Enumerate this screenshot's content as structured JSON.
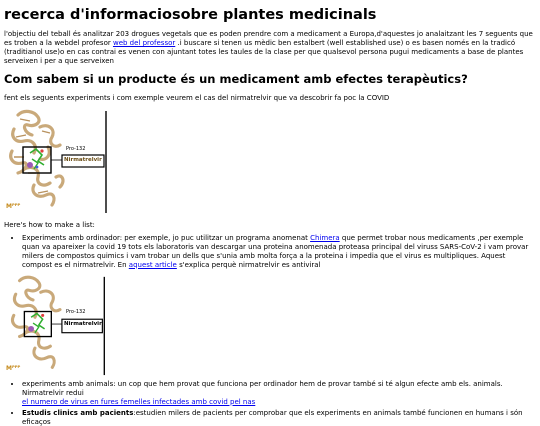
{
  "title": "recerca d'informaciosobre plantes medicinals",
  "intro": {
    "before_link": "l'objectiu del teball és analitzar 203 drogues vegetals que es poden prendre com a medicament a Europa,d'aquestes jo analaitzant les 7 seguents que es troben a la webdel profesor ",
    "link": "web del professor",
    "after_link": " .i buscare si tenen us mèdic ben estalbert (well established use) o es basen només en la tradicó (traditianol use)o en cas contrai es venen con ajuntant totes les taules de la clase per que qualsevol persona pugui medicaments a base de plantes serveixen i per a que serveixen"
  },
  "heading2": "Com sabem si un producte és un medicament amb efectes terapèutics?",
  "lead": "fent els seguents experiments i com exemple veurem el cas del nirmatrelvir que va descobrir fa poc la COVID",
  "figure": {
    "pro_label": "Pro-132",
    "drug_label": "Nirmatrelvir",
    "logo_text": "Mᴾᴾᴾ"
  },
  "howto": "Here's how to make a list:",
  "list": {
    "item1": {
      "before_link": "Experiments amb ordinador: per exemple, jo puc utilitzar un programa anomenat ",
      "link1": "Chimera",
      "middle": " que permet trobar nous medicaments ,per exemple quan va apareixer la covid 19 tots els laboratoris van descargar una proteina anomenada proteasa principal del viruss SARS-CoV-2 i vam provar milers de compostos quimics i vam trobar un dells que s'unia amb molta força a la proteina i impedia que el virus es multipliques. Aquest compost es el nirmatrelvir. En ",
      "link2": "aquest article",
      "after": " s'explica perquè nirmatrelvir es antiviral"
    },
    "item2": {
      "text": "experiments amb animals: un cop que hem provat que funciona per ordinador hem de provar també si té algun efecte amb els. animals. Nirmatrelvir redui",
      "link": "el numero de virus en fures femelles infectades amb covid pel nas"
    },
    "item3": {
      "bold": "Estudis clinics amb pacients",
      "text": ":estudien milers de pacients per comprobar que els experiments en animals també funcionen en humans i són eficaços"
    }
  },
  "colors": {
    "link": "#0000ee",
    "label_box_border": "#000000",
    "label_text": "#6b4e16",
    "protein_main": "#c9a97a",
    "protein_green": "#2fae2f",
    "protein_purple": "#9b59b6",
    "logo": "#c58a1b"
  }
}
